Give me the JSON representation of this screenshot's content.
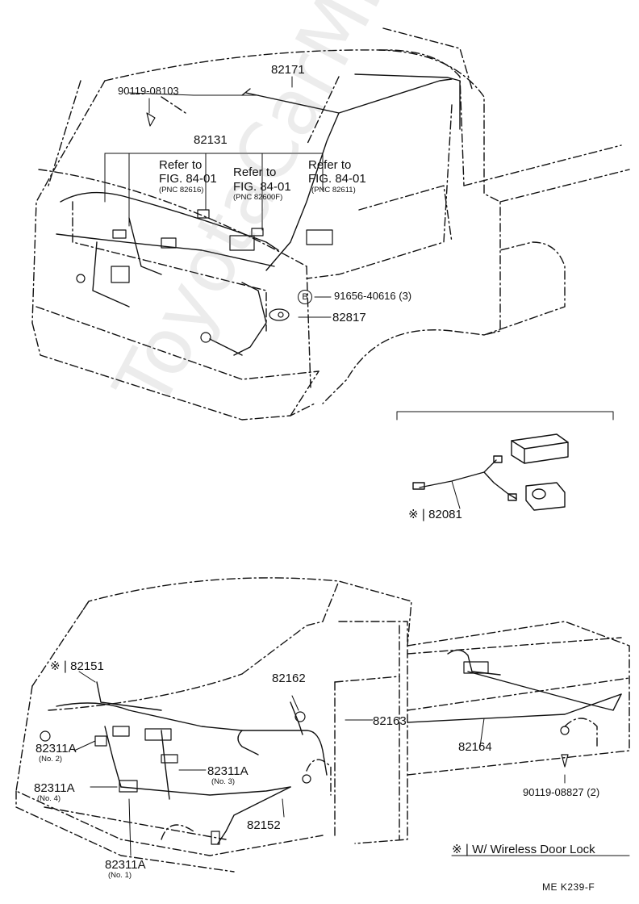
{
  "labels": {
    "p82171": "82171",
    "p90119_08103": "90119-08103",
    "p82131": "82131",
    "ref1_a": "Refer to",
    "ref1_b": "FIG. 84-01",
    "ref1_c": "(PNC 82616)",
    "ref2_a": "Refer to",
    "ref2_b": "FIG. 84-01",
    "ref2_c": "(PNC 82600F)",
    "ref3_a": "Refer to",
    "ref3_b": "FIG. 84-01",
    "ref3_c": "(PNC 82611)",
    "b_marker": "B",
    "p91656": "91656-40616 (3)",
    "p82817": "82817",
    "p82081": "※❘82081",
    "p82151": "※❘82151",
    "p82162": "82162",
    "p82163": "82163",
    "p82164": "82164",
    "p82311a_no2": "82311A",
    "no2": "(No. 2)",
    "p82311a_no3": "82311A",
    "no3": "(No. 3)",
    "p82311a_no4": "82311A",
    "no4": "(No. 4)",
    "p82152": "82152",
    "p82311a_no1": "82311A",
    "no1": "(No. 1)",
    "p90119_08827": "90119-08827 (2)",
    "note": "※❘W/ Wireless Door Lock",
    "code": "ME  K239-F",
    "watermark": "ToyotaCarMine.ru"
  }
}
